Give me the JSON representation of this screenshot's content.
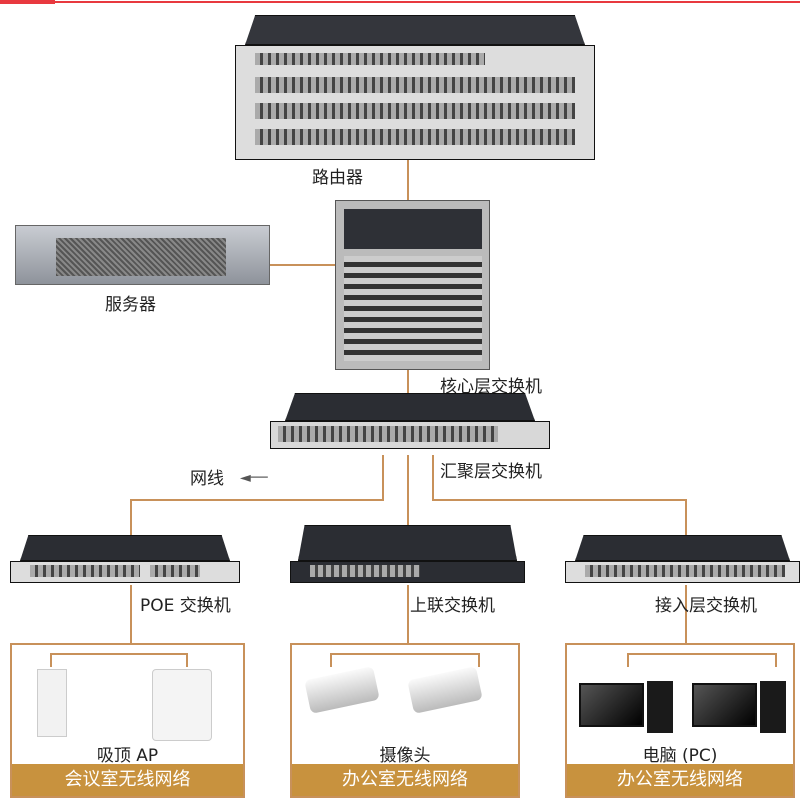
{
  "colors": {
    "line": "#c8915a",
    "bar": "#c8923e",
    "accent": "#e8393f"
  },
  "nodes": {
    "router": "路由器",
    "server": "服务器",
    "core_switch": "核心层交换机",
    "aggregation_switch": "汇聚层交换机",
    "cable": "网线",
    "poe_switch": "POE 交换机",
    "uplink_switch": "上联交换机",
    "access_switch": "接入层交换机"
  },
  "groups": [
    {
      "device": "吸顶 AP",
      "network": "会议室无线网络"
    },
    {
      "device": "摄像头",
      "network": "办公室无线网络"
    },
    {
      "device": "电脑 (PC)",
      "network": "办公室无线网络"
    }
  ]
}
